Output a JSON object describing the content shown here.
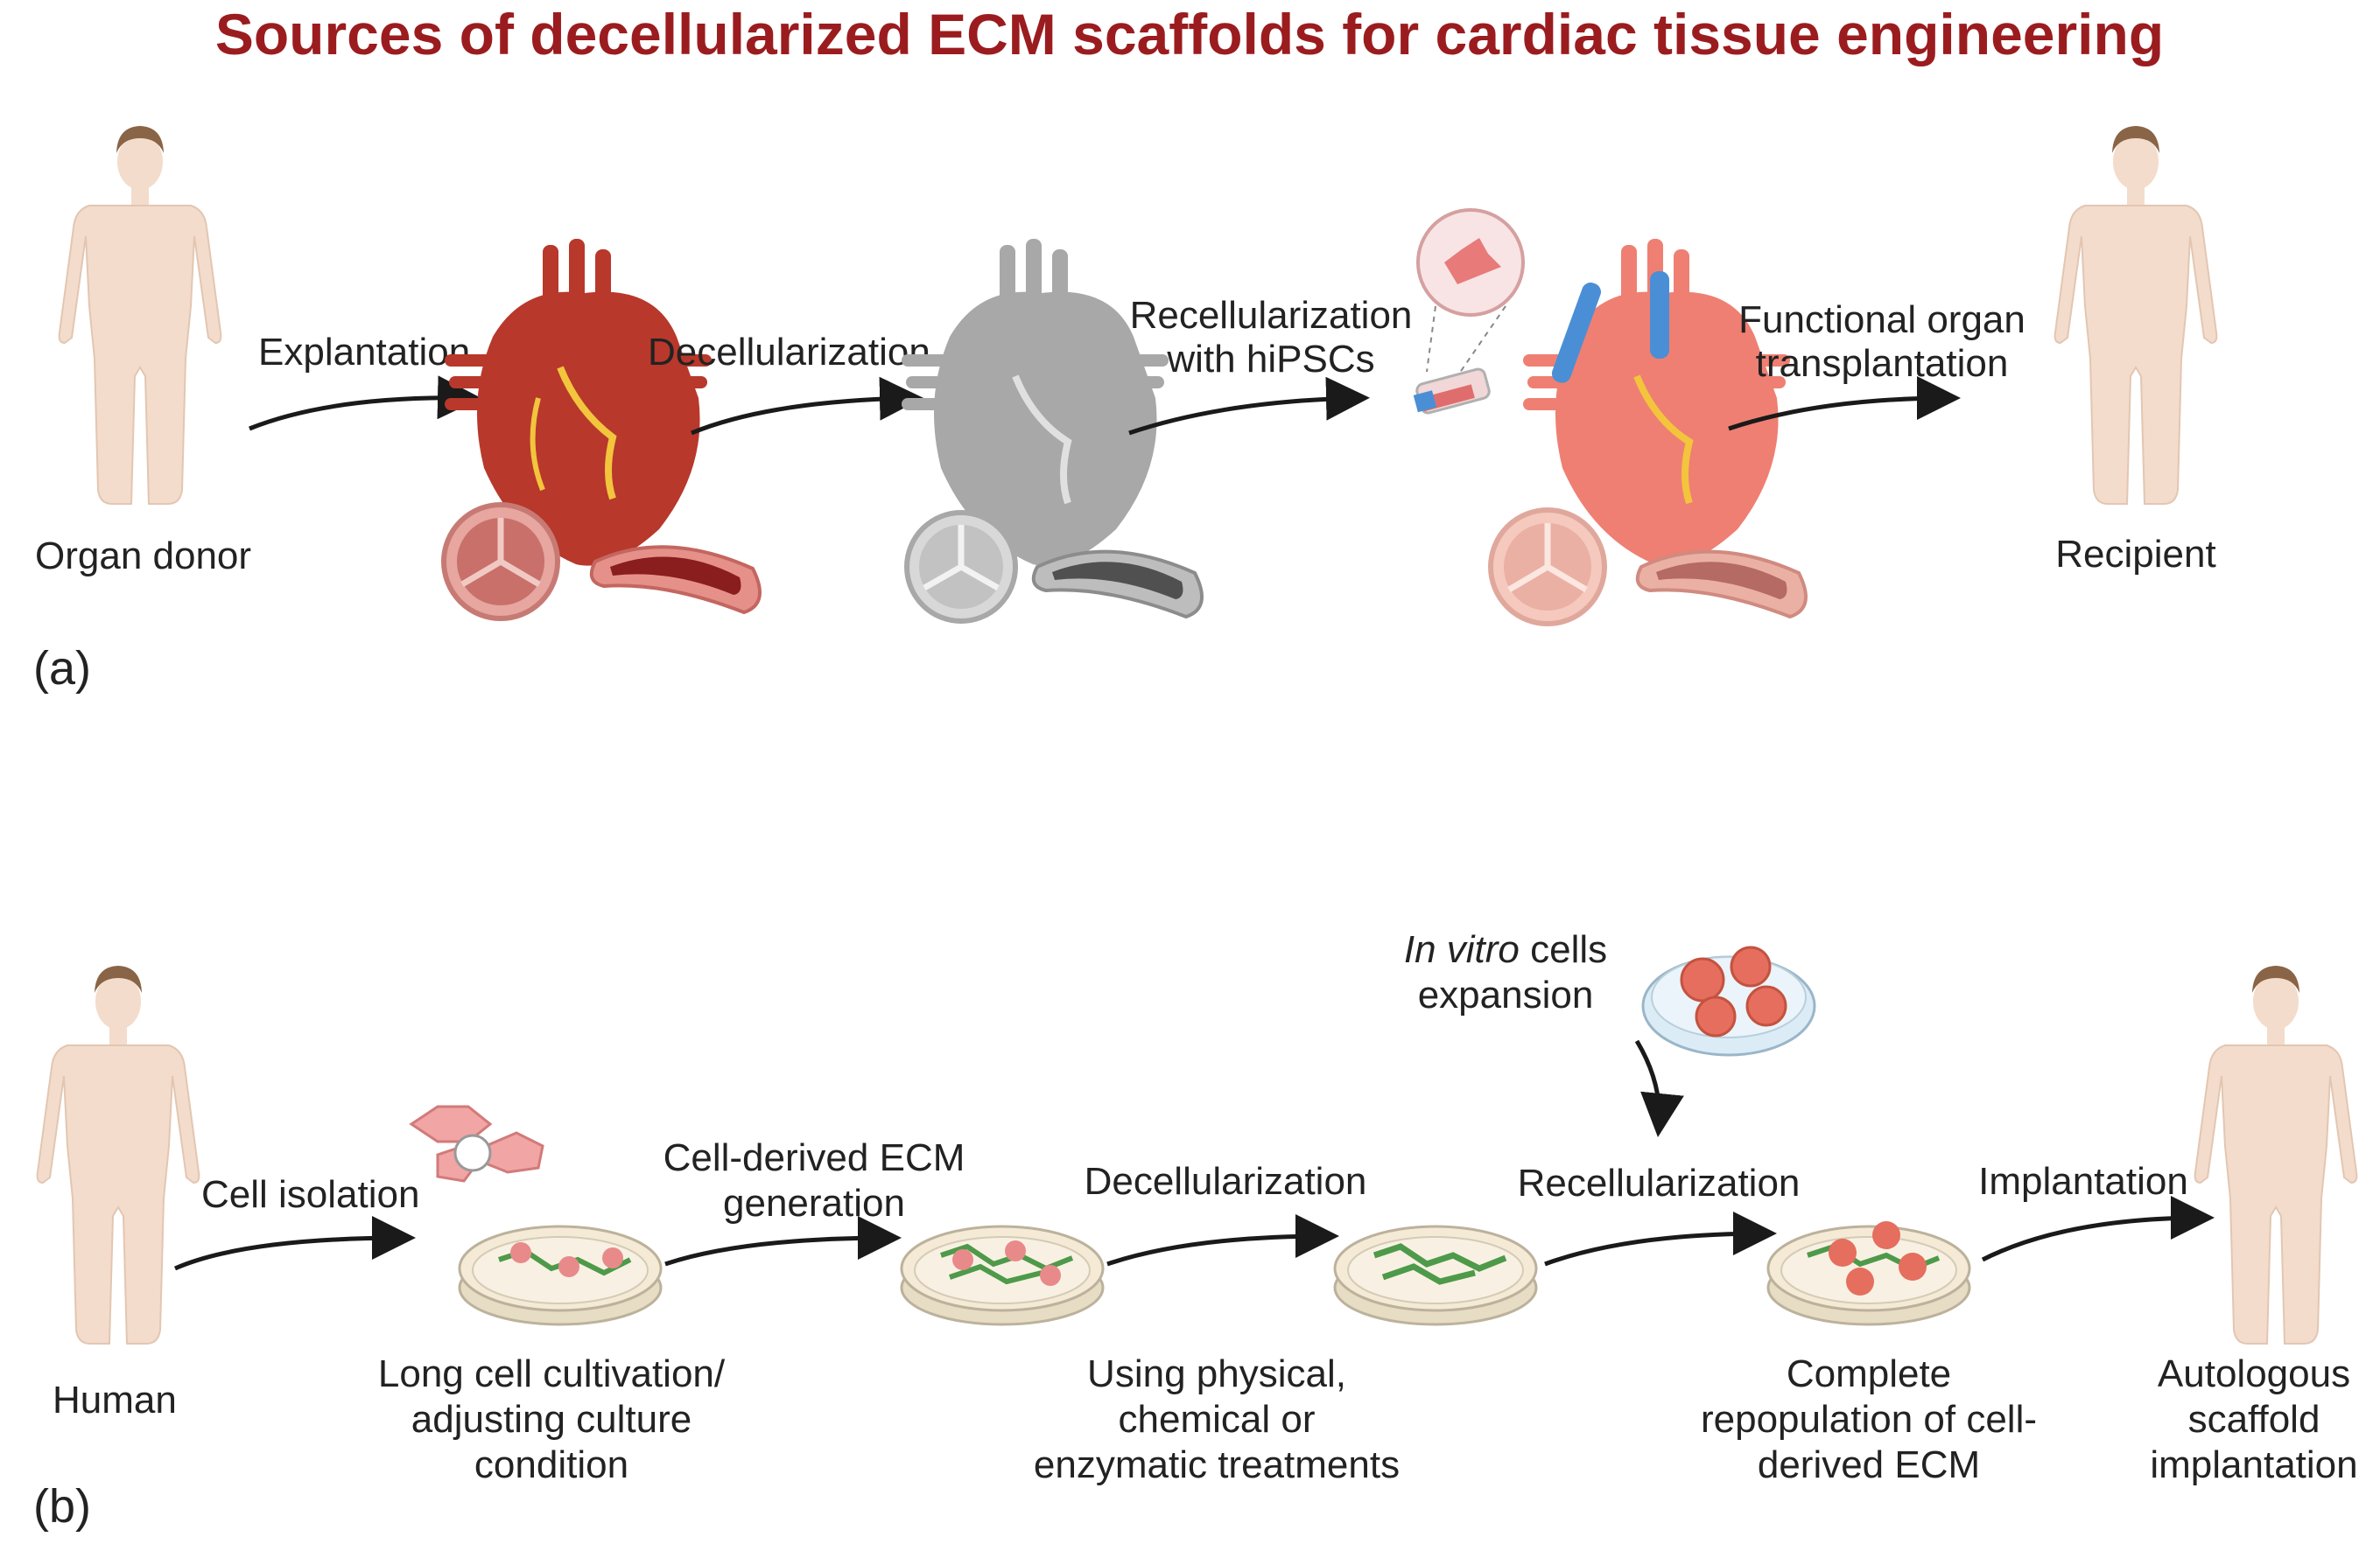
{
  "title": "Sources of decellularized ECM scaffolds for cardiac tissue engineering",
  "colors": {
    "title": "#9b1c1f",
    "skin": "#f3dccb",
    "hair": "#8a6446",
    "heart_native": "#b8382b",
    "heart_decell": "#a8a8a8",
    "heart_recell": "#ef7f72",
    "vessel_blue": "#4a8fd6",
    "cell_pink": "#e88a8a",
    "ecm_green": "#4e9a4a",
    "dish": "#f4ead6"
  },
  "panel_a": {
    "panel_label": "(a)",
    "donor_label": "Organ donor",
    "recipient_label": "Recipient",
    "steps": {
      "explantation": "Explantation",
      "decellularization": "Decellularization",
      "recell_line1": "Recellularization",
      "recell_line2": "with hiPSCs",
      "transplant_line1": "Functional organ",
      "transplant_line2": "transplantation"
    }
  },
  "panel_b": {
    "panel_label": "(b)",
    "human_label": "Human",
    "steps": {
      "cell_isolation": "Cell isolation",
      "ecm_gen_line1": "Cell-derived ECM",
      "ecm_gen_line2": "generation",
      "decellularization": "Decellularization",
      "recellularization": "Recellularization",
      "implantation": "Implantation",
      "expansion_italic": "In vitro",
      "expansion_rest": " cells",
      "expansion_line2": "expansion"
    },
    "captions": {
      "cultivation": [
        "Long cell cultivation/",
        "adjusting culture",
        "condition"
      ],
      "treatments": [
        "Using physical,",
        "chemical or",
        "enzymatic treatments"
      ],
      "repopulation": [
        "Complete",
        "repopulation of cell-",
        "derived ECM"
      ],
      "autologous": [
        "Autologous",
        "scaffold",
        "implantation"
      ]
    }
  }
}
